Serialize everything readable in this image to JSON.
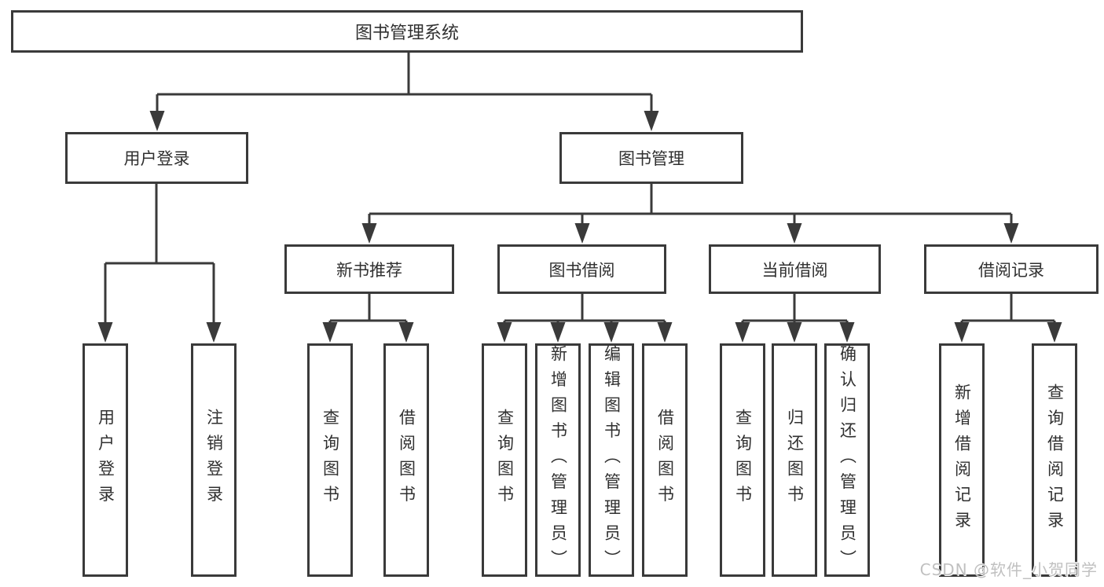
{
  "diagram_title": "图书管理系统",
  "watermark": "CSDN @软件_小贺同学",
  "colors": {
    "line": "#3a3a3a",
    "text": "#303030",
    "box_background": "#ffffff",
    "watermark": "#c0c0c0"
  },
  "tree": {
    "root": {
      "label": "图书管理系统"
    },
    "level2": {
      "user_login": {
        "label": "用户登录"
      },
      "book_mgmt": {
        "label": "图书管理"
      }
    },
    "level3": {
      "new_book_rec": {
        "label": "新书推荐"
      },
      "book_borrow": {
        "label": "图书借阅"
      },
      "current_borrow": {
        "label": "当前借阅"
      },
      "borrow_records": {
        "label": "借阅记录"
      }
    },
    "leaves": {
      "user_login_1": {
        "label": "用户登录"
      },
      "user_login_2": {
        "label": "注销登录"
      },
      "new_book_rec_1": {
        "label": "查询图书"
      },
      "new_book_rec_2": {
        "label": "借阅图书"
      },
      "book_borrow_1": {
        "label": "查询图书"
      },
      "book_borrow_2": {
        "label": "新增图书（管理员）"
      },
      "book_borrow_3": {
        "label": "编辑图书（管理员）"
      },
      "book_borrow_4": {
        "label": "借阅图书"
      },
      "current_borrow_1": {
        "label": "查询图书"
      },
      "current_borrow_2": {
        "label": "归还图书"
      },
      "current_borrow_3": {
        "label": "确认归还（管理员）"
      },
      "borrow_records_1": {
        "label": "新增借阅记录"
      },
      "borrow_records_2": {
        "label": "查询借阅记录"
      }
    }
  }
}
